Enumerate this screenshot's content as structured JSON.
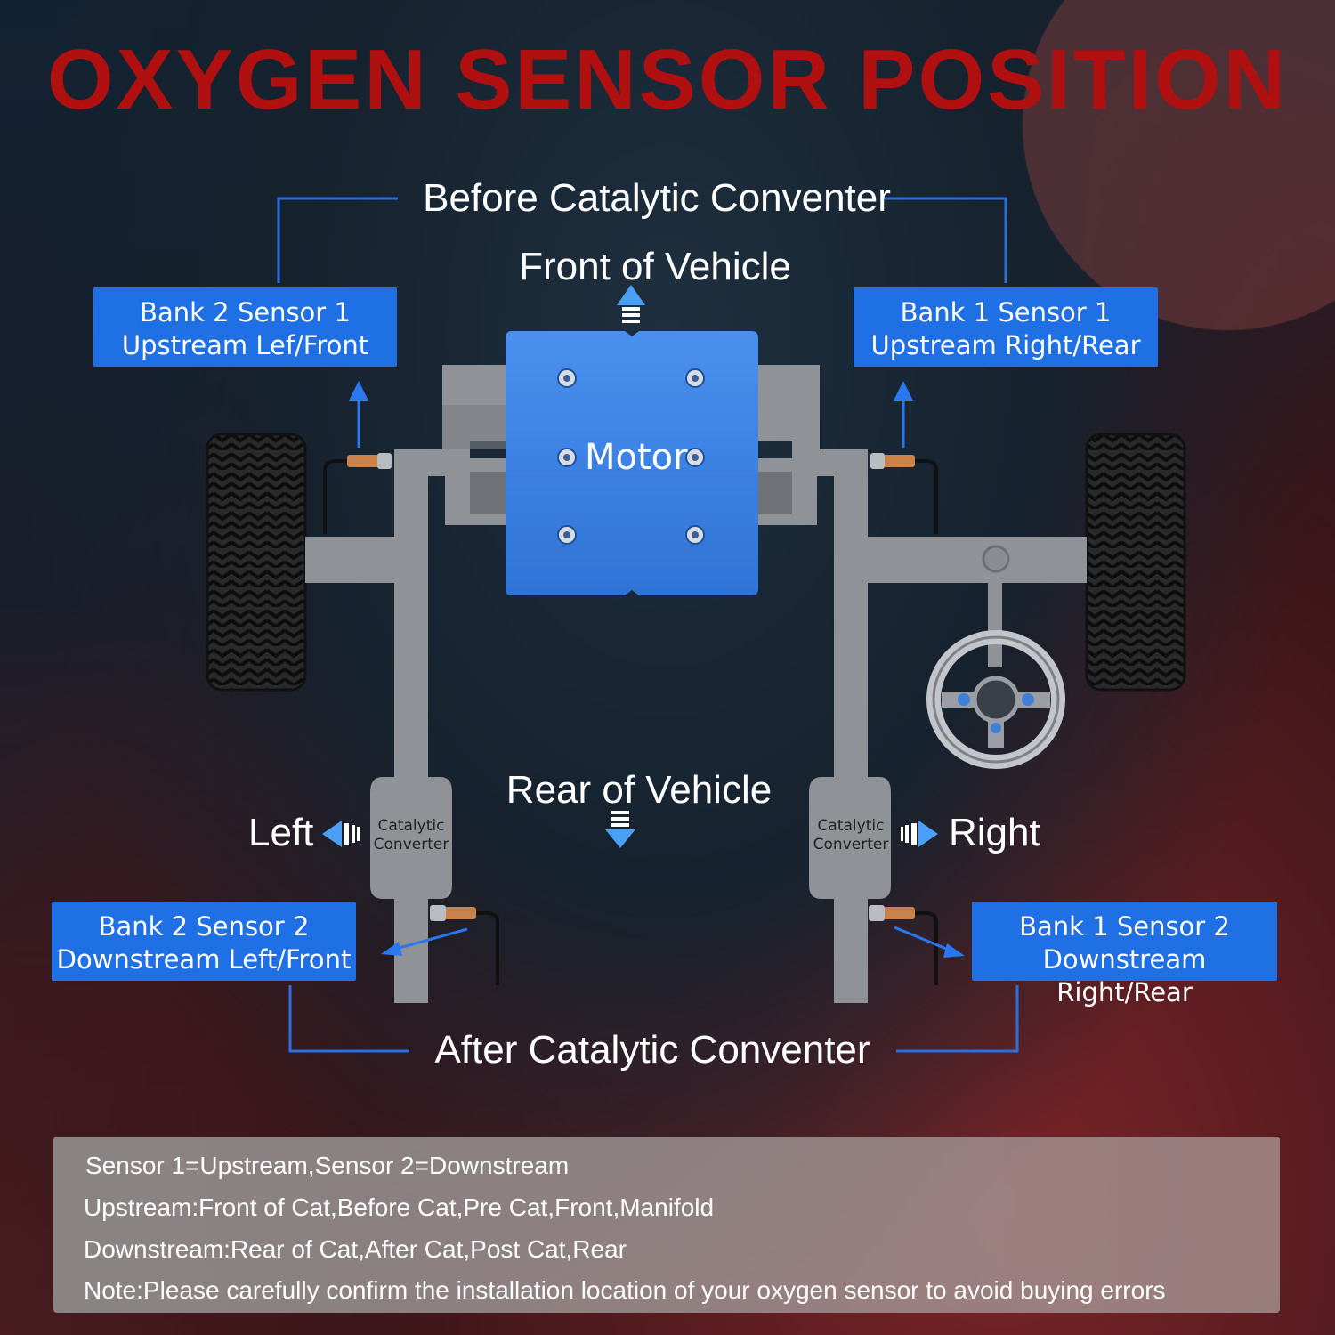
{
  "title": "OXYGEN SENSOR POSITION",
  "labels": {
    "before_cat": "Before Catalytic Conventer",
    "front": "Front of Vehicle",
    "rear": "Rear of Vehicle",
    "left": "Left",
    "right": "Right",
    "after_cat": "After Catalytic Conventer",
    "motor": "Motor"
  },
  "sensors": {
    "b2s1": {
      "line1": "Bank 2 Sensor 1",
      "line2": "Upstream Lef/Front"
    },
    "b1s1": {
      "line1": "Bank 1 Sensor 1",
      "line2": "Upstream Right/Rear"
    },
    "b2s2": {
      "line1": "Bank 2 Sensor 2",
      "line2": "Downstream Left/Front"
    },
    "b1s2": {
      "line1": "Bank 1 Sensor 2",
      "line2": "Downstream Right/Rear"
    }
  },
  "catalytic": {
    "line1": "Catalytic",
    "line2": "Converter"
  },
  "notes": [
    "Sensor 1=Upstream,Sensor 2=Downstream",
    "Upstream:Front of Cat,Before Cat,Pre Cat,Front,Manifold",
    "Downstream:Rear of Cat,After Cat,Post Cat,Rear",
    "Note:Please carefully confirm the installation location of your oxygen sensor to avoid buying errors"
  ],
  "colors": {
    "title": "#b01010",
    "sensor_box": "#1f6fe5",
    "connector_line": "#2a6fdc",
    "motor": "#3f86e8",
    "pipe": "#8f9398"
  },
  "icons": [
    "arrow-up-icon",
    "arrow-down-icon",
    "arrow-left-icon",
    "arrow-right-icon",
    "steering-wheel-icon",
    "tire-icon"
  ]
}
